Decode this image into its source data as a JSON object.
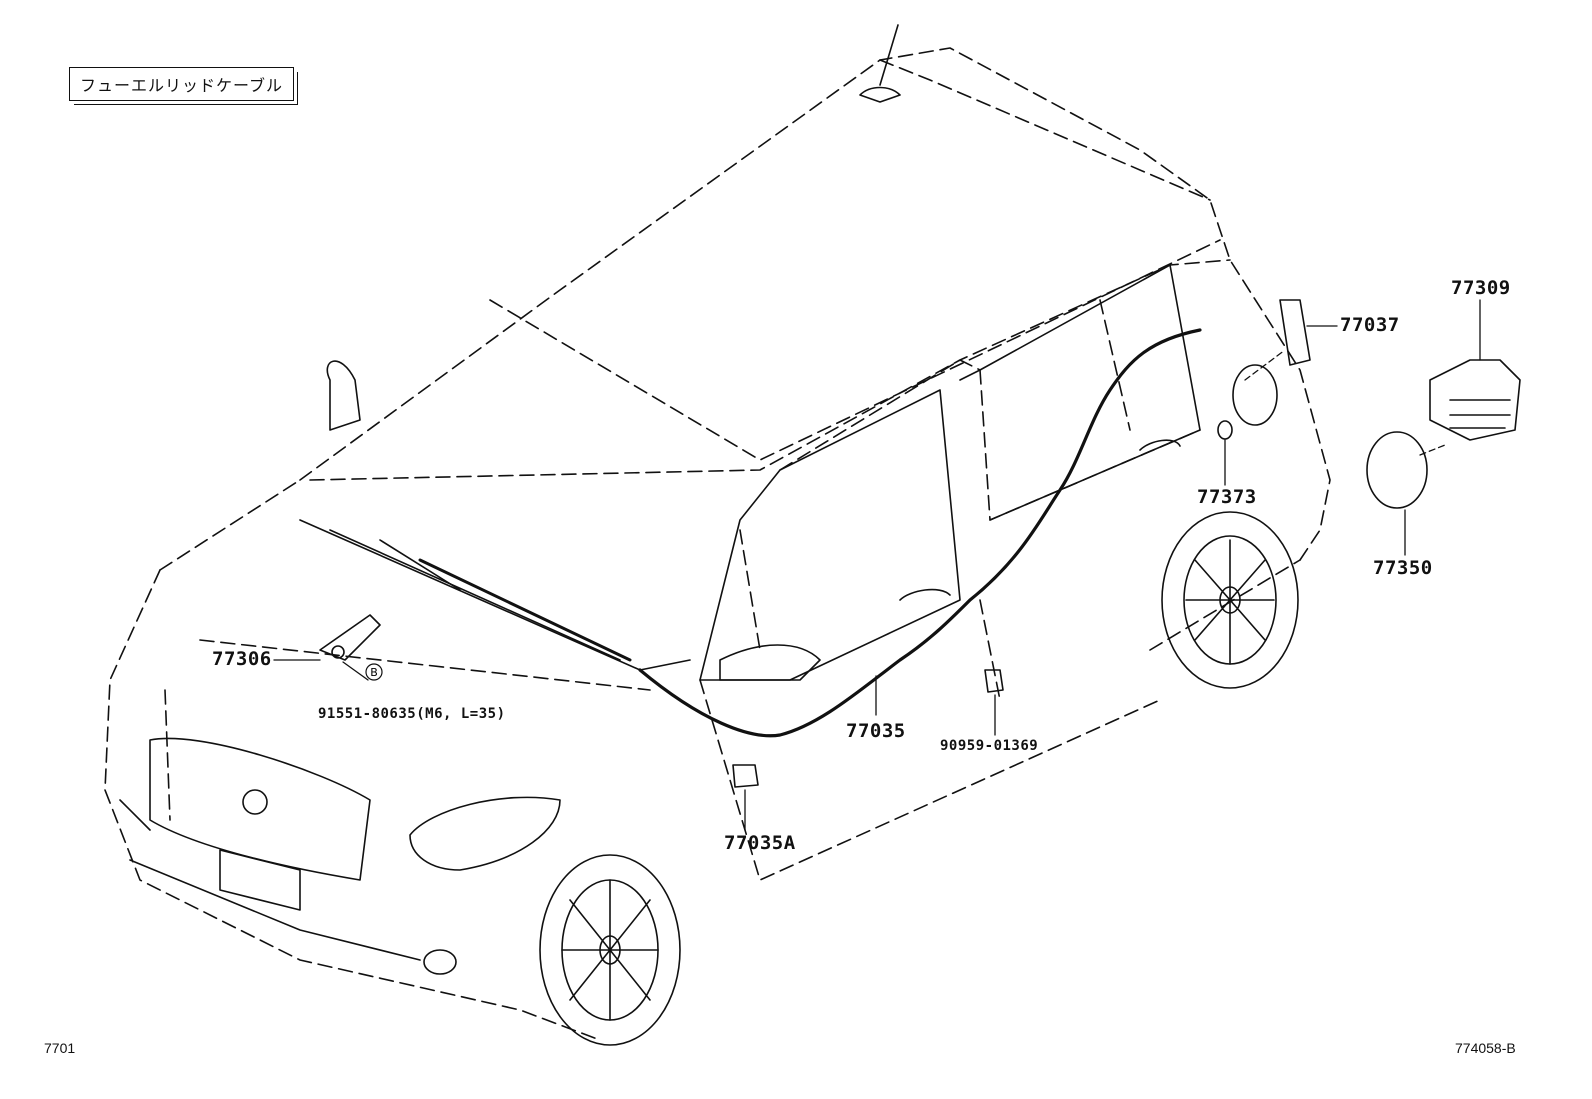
{
  "title": "フューエルリッドケーブル",
  "footer": {
    "left": "7701",
    "right": "774058-B"
  },
  "callout_b": "B",
  "parts": [
    {
      "id": "p77306",
      "label": "77306"
    },
    {
      "id": "p91551",
      "label": "91551-80635(M6, L=35)"
    },
    {
      "id": "p77035",
      "label": "77035"
    },
    {
      "id": "p90959",
      "label": "90959-01369"
    },
    {
      "id": "p77035A",
      "label": "77035A"
    },
    {
      "id": "p77037",
      "label": "77037"
    },
    {
      "id": "p77373",
      "label": "77373"
    },
    {
      "id": "p77309",
      "label": "77309"
    },
    {
      "id": "p77350",
      "label": "77350"
    }
  ]
}
